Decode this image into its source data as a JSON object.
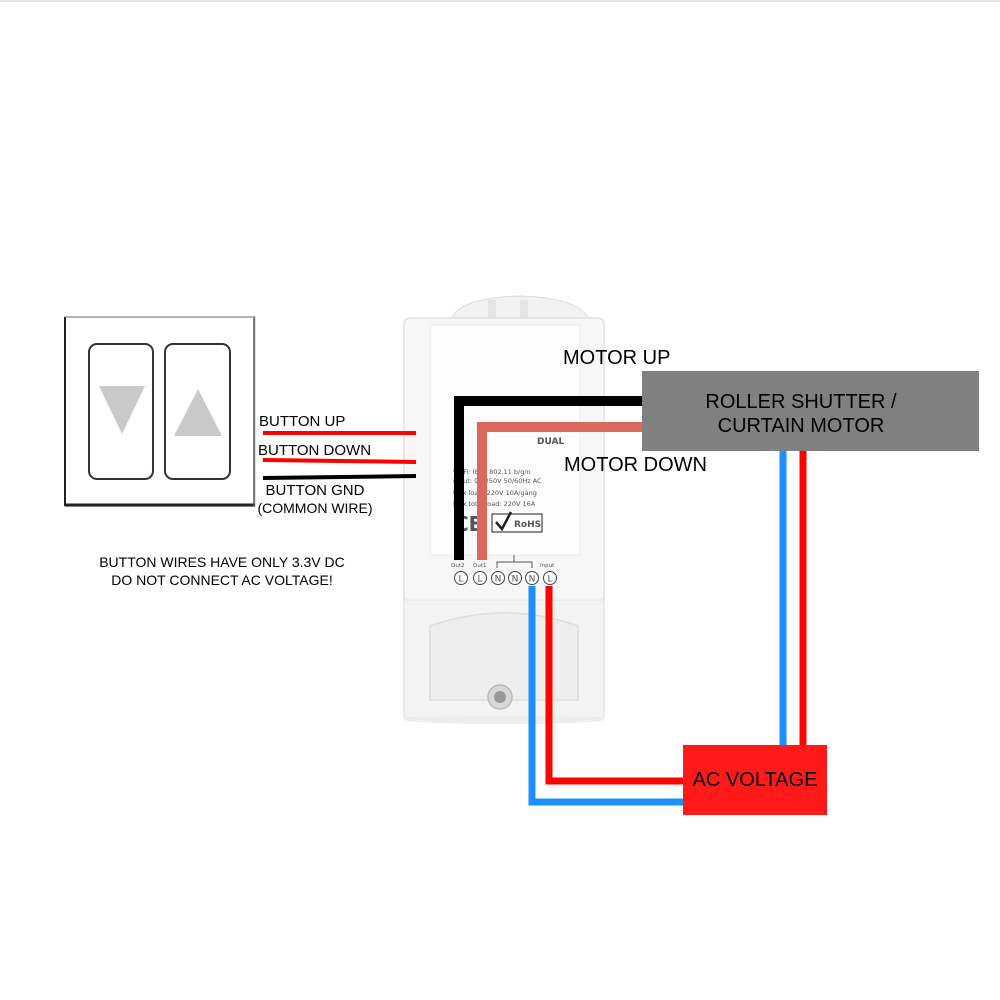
{
  "labels": {
    "button_up": "BUTTON UP",
    "button_down": "BUTTON DOWN",
    "button_gnd": "BUTTON GND",
    "common_wire": "(COMMON WIRE)",
    "warning_line1": "BUTTON WIRES HAVE ONLY 3.3V DC",
    "warning_line2": "DO NOT CONNECT AC VOLTAGE!",
    "motor_up": "MOTOR UP",
    "motor_down": "MOTOR DOWN",
    "motor_box_line1": "ROLLER SHUTTER /",
    "motor_box_line2": "CURTAIN MOTOR",
    "ac_voltage": "AC VOLTAGE"
  },
  "device": {
    "model": "DUAL",
    "spec_line1": "Wi-Fi: IEEE 802.11 b/g/n",
    "spec_line2": "Input: 90-250V 50/60Hz AC",
    "spec_line3": "Max load: 220V 10A/gang",
    "spec_line4": "Max total load: 220V 16A",
    "ce_mark": "CE",
    "rohs_mark": "RoHS",
    "out2_label": "Out2",
    "out1_label": "Out1",
    "input_label": "Input",
    "terminals": [
      "L",
      "L",
      "N",
      "N",
      "N",
      "L"
    ]
  },
  "colors": {
    "wire_red": "#ff0000",
    "wire_black": "#000000",
    "wire_salmon": "#d9685d",
    "wire_blue": "#1e8fff",
    "motor_box": "#808080",
    "ac_box": "#ff1a1a"
  }
}
